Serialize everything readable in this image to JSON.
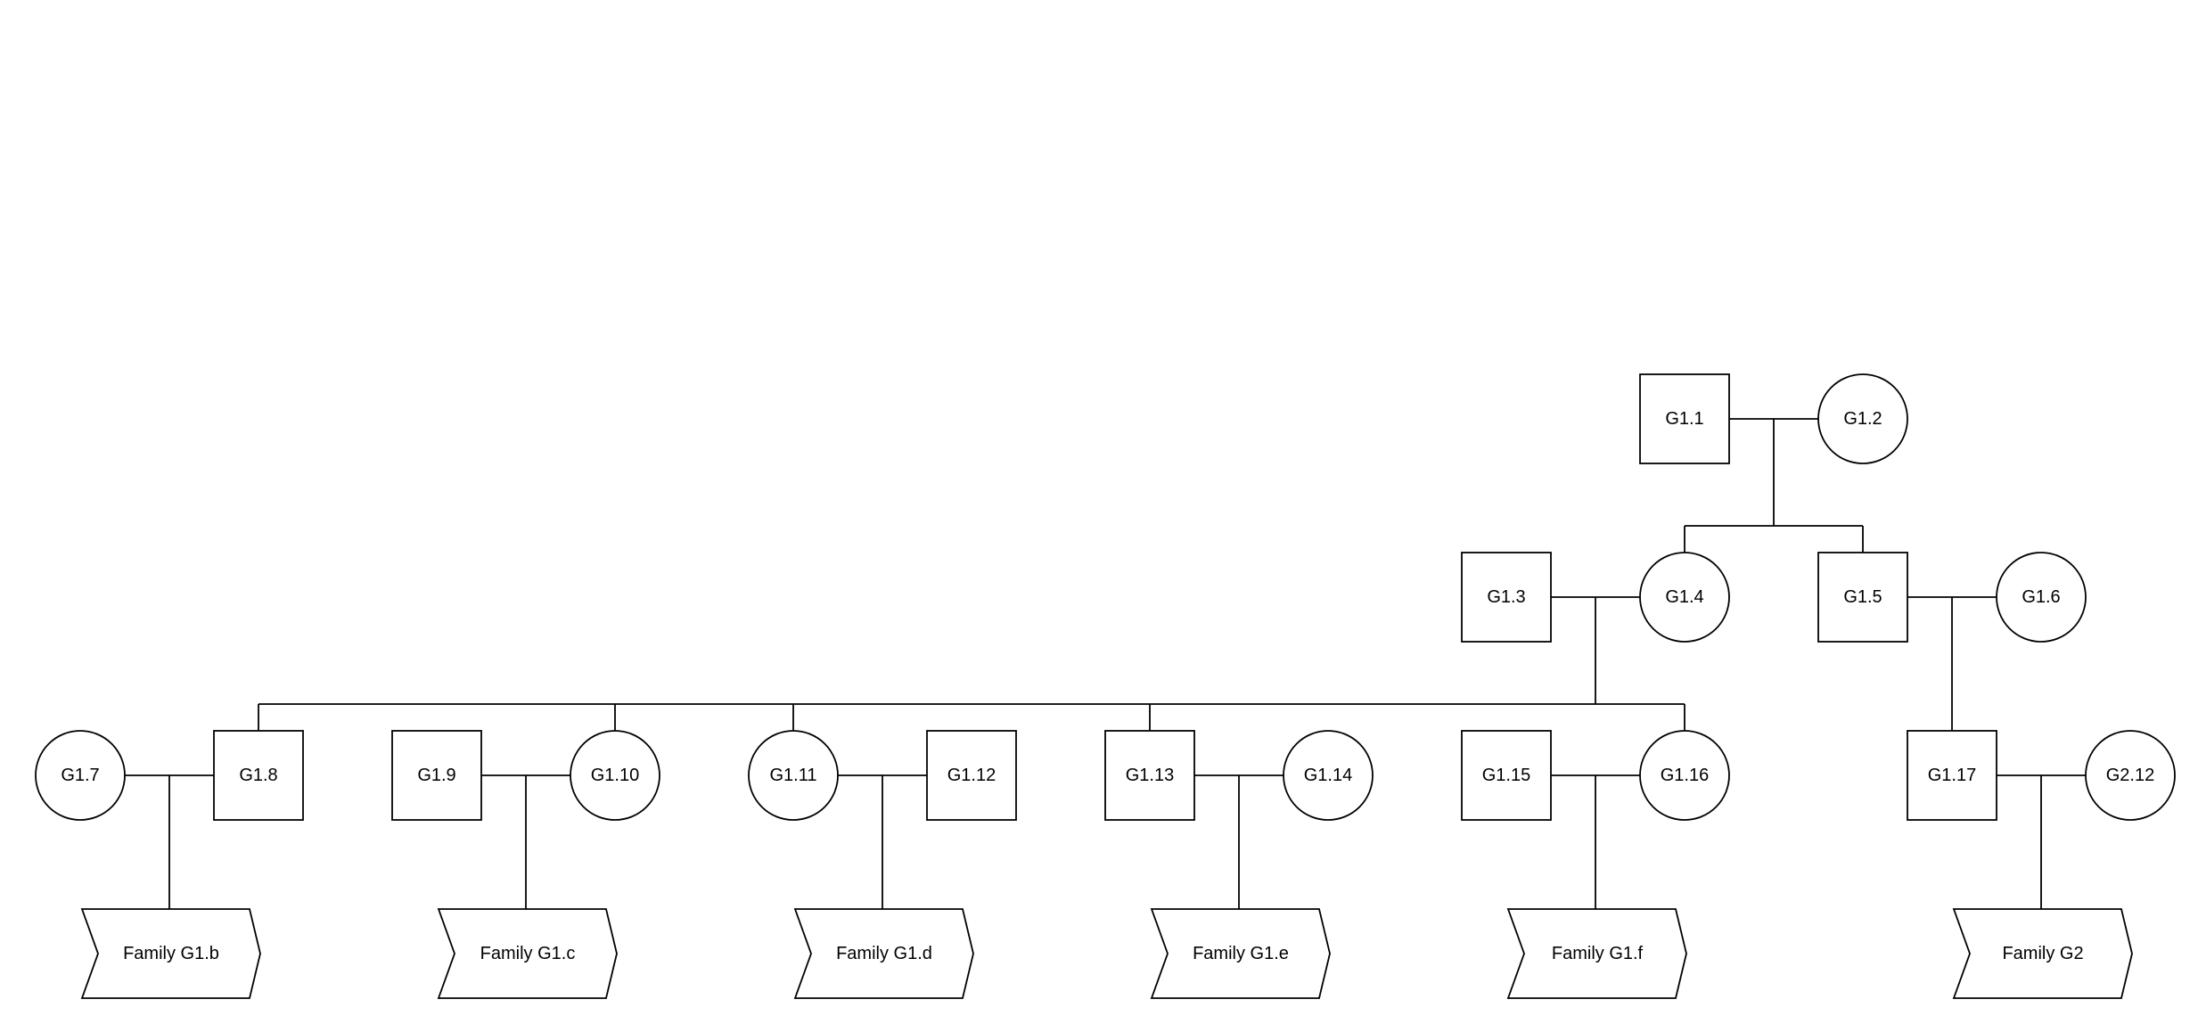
{
  "diagram": {
    "type": "pedigree chart",
    "individuals": {
      "g1_1": "G1.1",
      "g1_2": "G1.2",
      "g1_3": "G1.3",
      "g1_4": "G1.4",
      "g1_5": "G1.5",
      "g1_6": "G1.6",
      "g1_7": "G1.7",
      "g1_8": "G1.8",
      "g1_9": "G1.9",
      "g1_10": "G1.10",
      "g1_11": "G1.11",
      "g1_12": "G1.12",
      "g1_13": "G1.13",
      "g1_14": "G1.14",
      "g1_15": "G1.15",
      "g1_16": "G1.16",
      "g1_17": "G1.17",
      "g2_12": "G2.12"
    },
    "families": {
      "g1_b": "Family G1.b",
      "g1_c": "Family G1.c",
      "g1_d": "Family G1.d",
      "g1_e": "Family G1.e",
      "g1_f": "Family G1.f",
      "g2": "Family G2"
    }
  }
}
